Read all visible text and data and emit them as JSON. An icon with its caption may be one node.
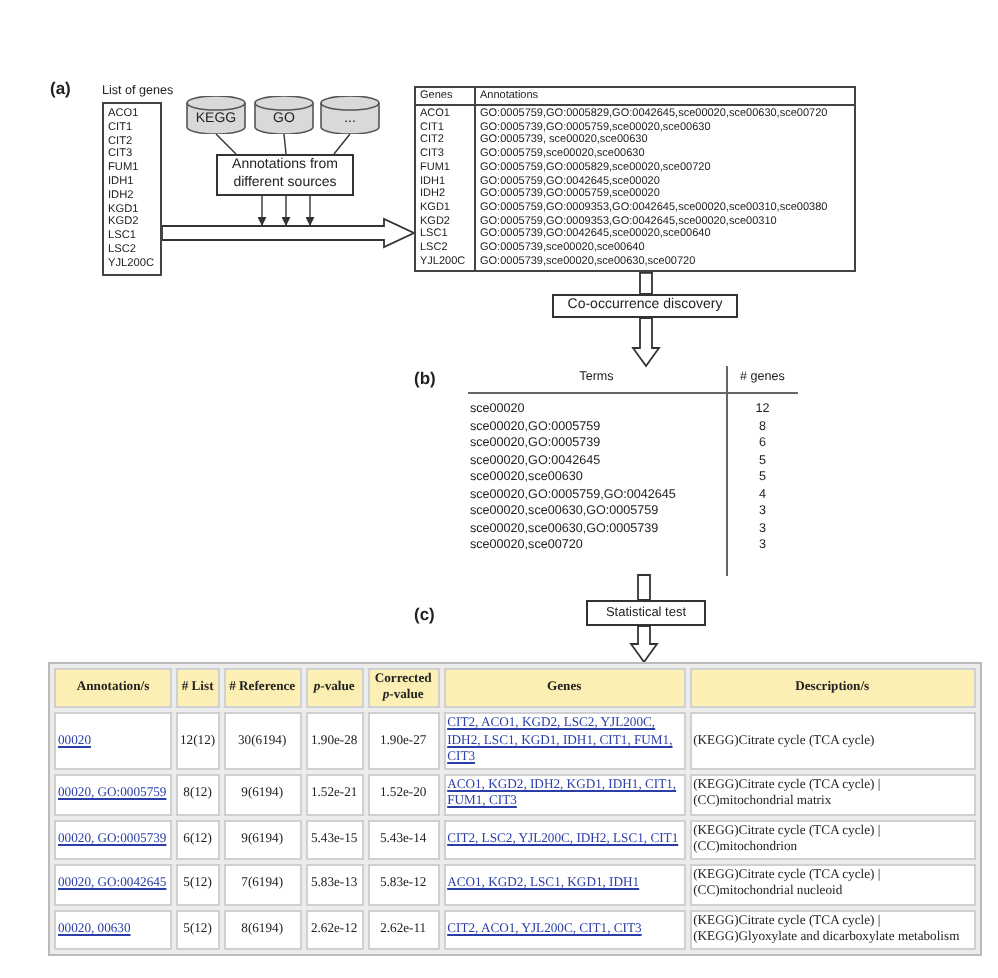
{
  "diagram": {
    "nodes": [
      {
        "text": [
          "List of genes",
          "ACO1",
          "CIT1",
          "CIT2",
          "CIT3",
          "FUM1",
          "IDH1",
          "IDH2",
          "KGD1",
          "KGD2",
          "LSC1",
          "LSC2",
          "YJL200C"
        ]
      },
      {
        "text": [
          "KEGG"
        ]
      },
      {
        "text": [
          "GO"
        ]
      },
      {
        "text": [
          "..."
        ]
      },
      {
        "text": [
          "Annotations from different sources"
        ]
      },
      {
        "text": [
          "Genes",
          "Annotations",
          "ACO1",
          "GO:0005759,GO:0005829,GO:0042645,sce00020,sce00630,sce00720",
          "CIT1",
          "GO:0005739,GO:0005759,sce00020,sce00630",
          "CIT2",
          "GO:0005739, sce00020,sce00630",
          "CIT3",
          "GO:0005759,sce00020,sce00630",
          "FUM1",
          "GO:0005759,GO:0005829,sce00020,sce00720",
          "IDH1",
          "GO:0005759,GO:0042645,sce00020",
          "IDH2",
          "GO:0005739,GO:0005759,sce00020",
          "KGD1",
          "GO:0005759,GO:0009353,GO:0042645,sce00020,sce00310,sce00380",
          "KGD2",
          "GO:0005759,GO:0009353,GO:0042645,sce00020,sce00310",
          "LSC1",
          "GO:0005739,GO:0042645,sce00020,sce00640",
          "LSC2",
          "GO:0005739,sce00020,sce00640",
          "YJL200C",
          "GO:0005739,sce00020,sce00630,sce00720"
        ]
      },
      {
        "text": [
          "Co-occurrence discovery"
        ]
      },
      {
        "text": [
          "Terms",
          "# genes",
          "sce00020",
          "12",
          "sce00020,GO:0005759",
          "8",
          "sce00020,GO:0005739",
          "6",
          "sce00020,GO:0042645",
          "5",
          "sce00020,sce00630",
          "5",
          "sce00020,GO:0005759,GO:0042645",
          "4",
          "sce00020,sce00630,GO:0005759",
          "3",
          "sce00020,sce00630,GO:0005739",
          "3",
          "sce00020,sce00720",
          "3"
        ]
      },
      {
        "text": [
          "Statistical test"
        ]
      },
      {
        "text": [
          "Annotation/s",
          "# List",
          "# Reference",
          "*p*-value",
          "Corrected *p*-value",
          "Genes",
          "Description/s",
          "00020",
          "12(12)",
          "30(6194)",
          "1.90e-28",
          "1.90e-27",
          "CIT2, ACO1, KGD2, LSC2, YJL200C, IDH2, LSC1, KGD1, IDH1, CIT1, FUM1, CIT3",
          "(KEGG)Citrate cycle (TCA cycle)",
          "00020, GO:0005759",
          "8(12)",
          "9(6194)",
          "1.52e-21",
          "1.52e-20",
          "ACO1, KGD2, IDH2, KGD1, IDH1, CIT1, FUM1, CIT3",
          "(KEGG)Citrate cycle (TCA cycle) | (CC)mitochondrial matrix",
          "00020, GO:0005739",
          "6(12)",
          "9(6194)",
          "5.43e-15",
          "5.43e-14",
          "CIT2, LSC2, YJL200C, IDH2, LSC1, CIT1",
          "(KEGG)Citrate cycle (TCA cycle) | (CC)mitochondrion",
          "00020, GO:0042645",
          "5(12)",
          "7(6194)",
          "5.83e-13",
          "5.83e-12",
          "ACO1, KGD2, LSC1, KGD1, IDH1",
          "(KEGG)Citrate cycle (TCA cycle) | (CC)mitochondrial nucleoid",
          "00020, 00630",
          "5(12)",
          "8(6194)",
          "2.62e-12",
          "2.62e-11",
          "CIT2, ACO1, YJL200C, CIT1, CIT3",
          "(KEGG)Citrate cycle (TCA cycle) | (KEGG)Glyoxylate and dicarboxylate metabolism"
        ]
      }
    ],
    "edges": [
      {
        "from": 1,
        "to": 4,
        "arrow": "none"
      },
      {
        "from": 2,
        "to": 4,
        "arrow": "none"
      },
      {
        "from": 3,
        "to": 4,
        "arrow": "none"
      },
      {
        "from": 4,
        "to": null,
        "arrow": "to"
      },
      {
        "from": 4,
        "to": null,
        "arrow": "to"
      },
      {
        "from": 4,
        "to": null,
        "arrow": "to"
      },
      {
        "from": 0,
        "to": 5,
        "arrow": "to",
        "style": "thick"
      },
      {
        "from": 5,
        "to": 6,
        "arrow": "none",
        "style": "thick"
      },
      {
        "from": 6,
        "to": 7,
        "arrow": "to",
        "style": "thick"
      },
      {
        "from": 7,
        "to": 8,
        "arrow": "none",
        "style": "thick"
      },
      {
        "from": 8,
        "to": 9,
        "arrow": "to",
        "style": "thick"
      }
    ],
    "labels": [
      "(a)",
      "(b)",
      "(c)"
    ]
  }
}
